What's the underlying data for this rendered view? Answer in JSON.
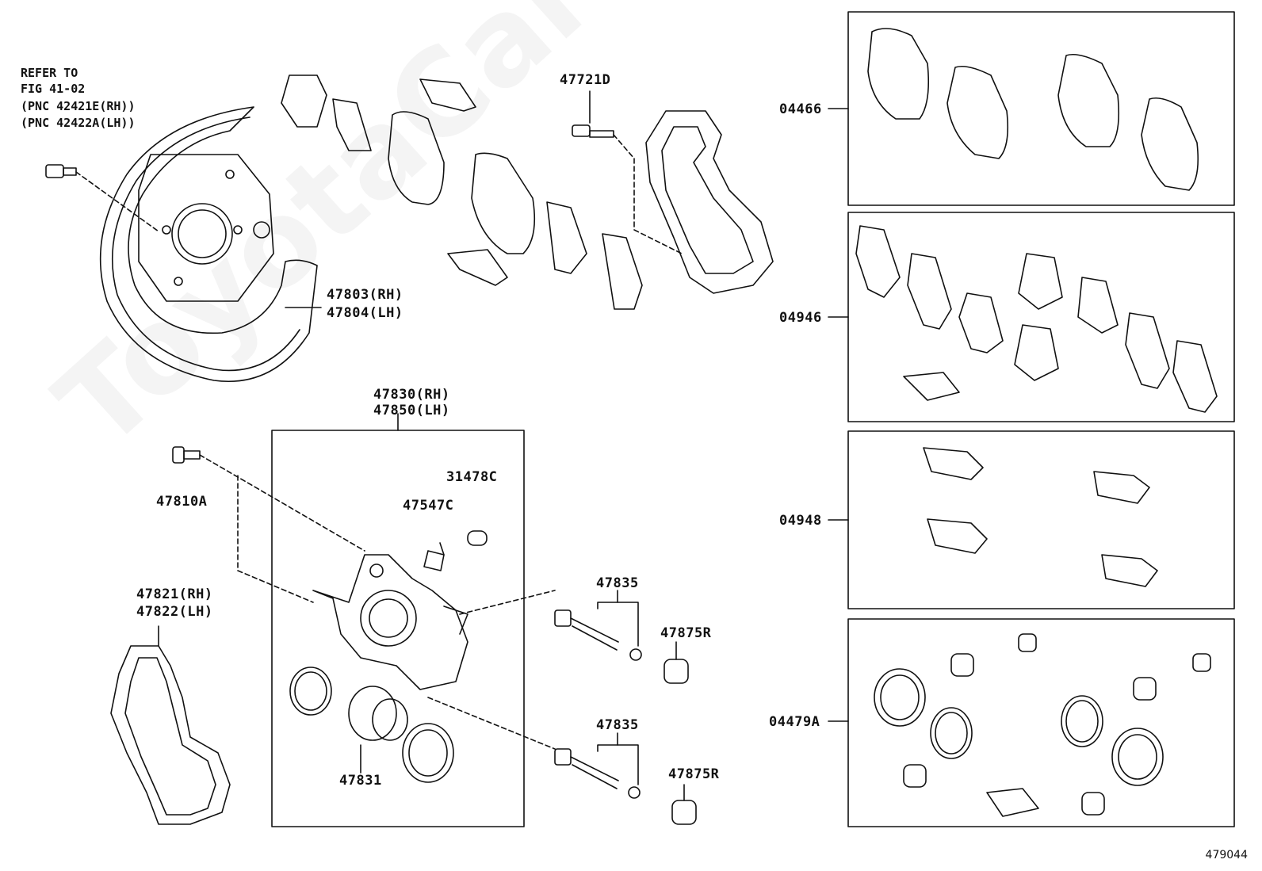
{
  "watermark": "ToyotaCarMine.ru",
  "diagram_id": "479044",
  "refer": {
    "line1": "REFER TO",
    "line2": "FIG 41-02",
    "line3": "(PNC 42421E(RH))",
    "line4": "(PNC 42422A(LH))"
  },
  "parts": {
    "p47721D": "47721D",
    "p47803": "47803(RH)",
    "p47804": "47804(LH)",
    "p47830": "47830(RH)",
    "p47850": "47850(LH)",
    "p31478C": "31478C",
    "p47547C": "47547C",
    "p47810A": "47810A",
    "p47821": "47821(RH)",
    "p47822": "47822(LH)",
    "p47835a": "47835",
    "p47835b": "47835",
    "p47875Ra": "47875R",
    "p47875Rb": "47875R",
    "p47831": "47831"
  },
  "kits": {
    "k04466": "04466",
    "k04946": "04946",
    "k04948": "04948",
    "k04479A": "04479A"
  }
}
